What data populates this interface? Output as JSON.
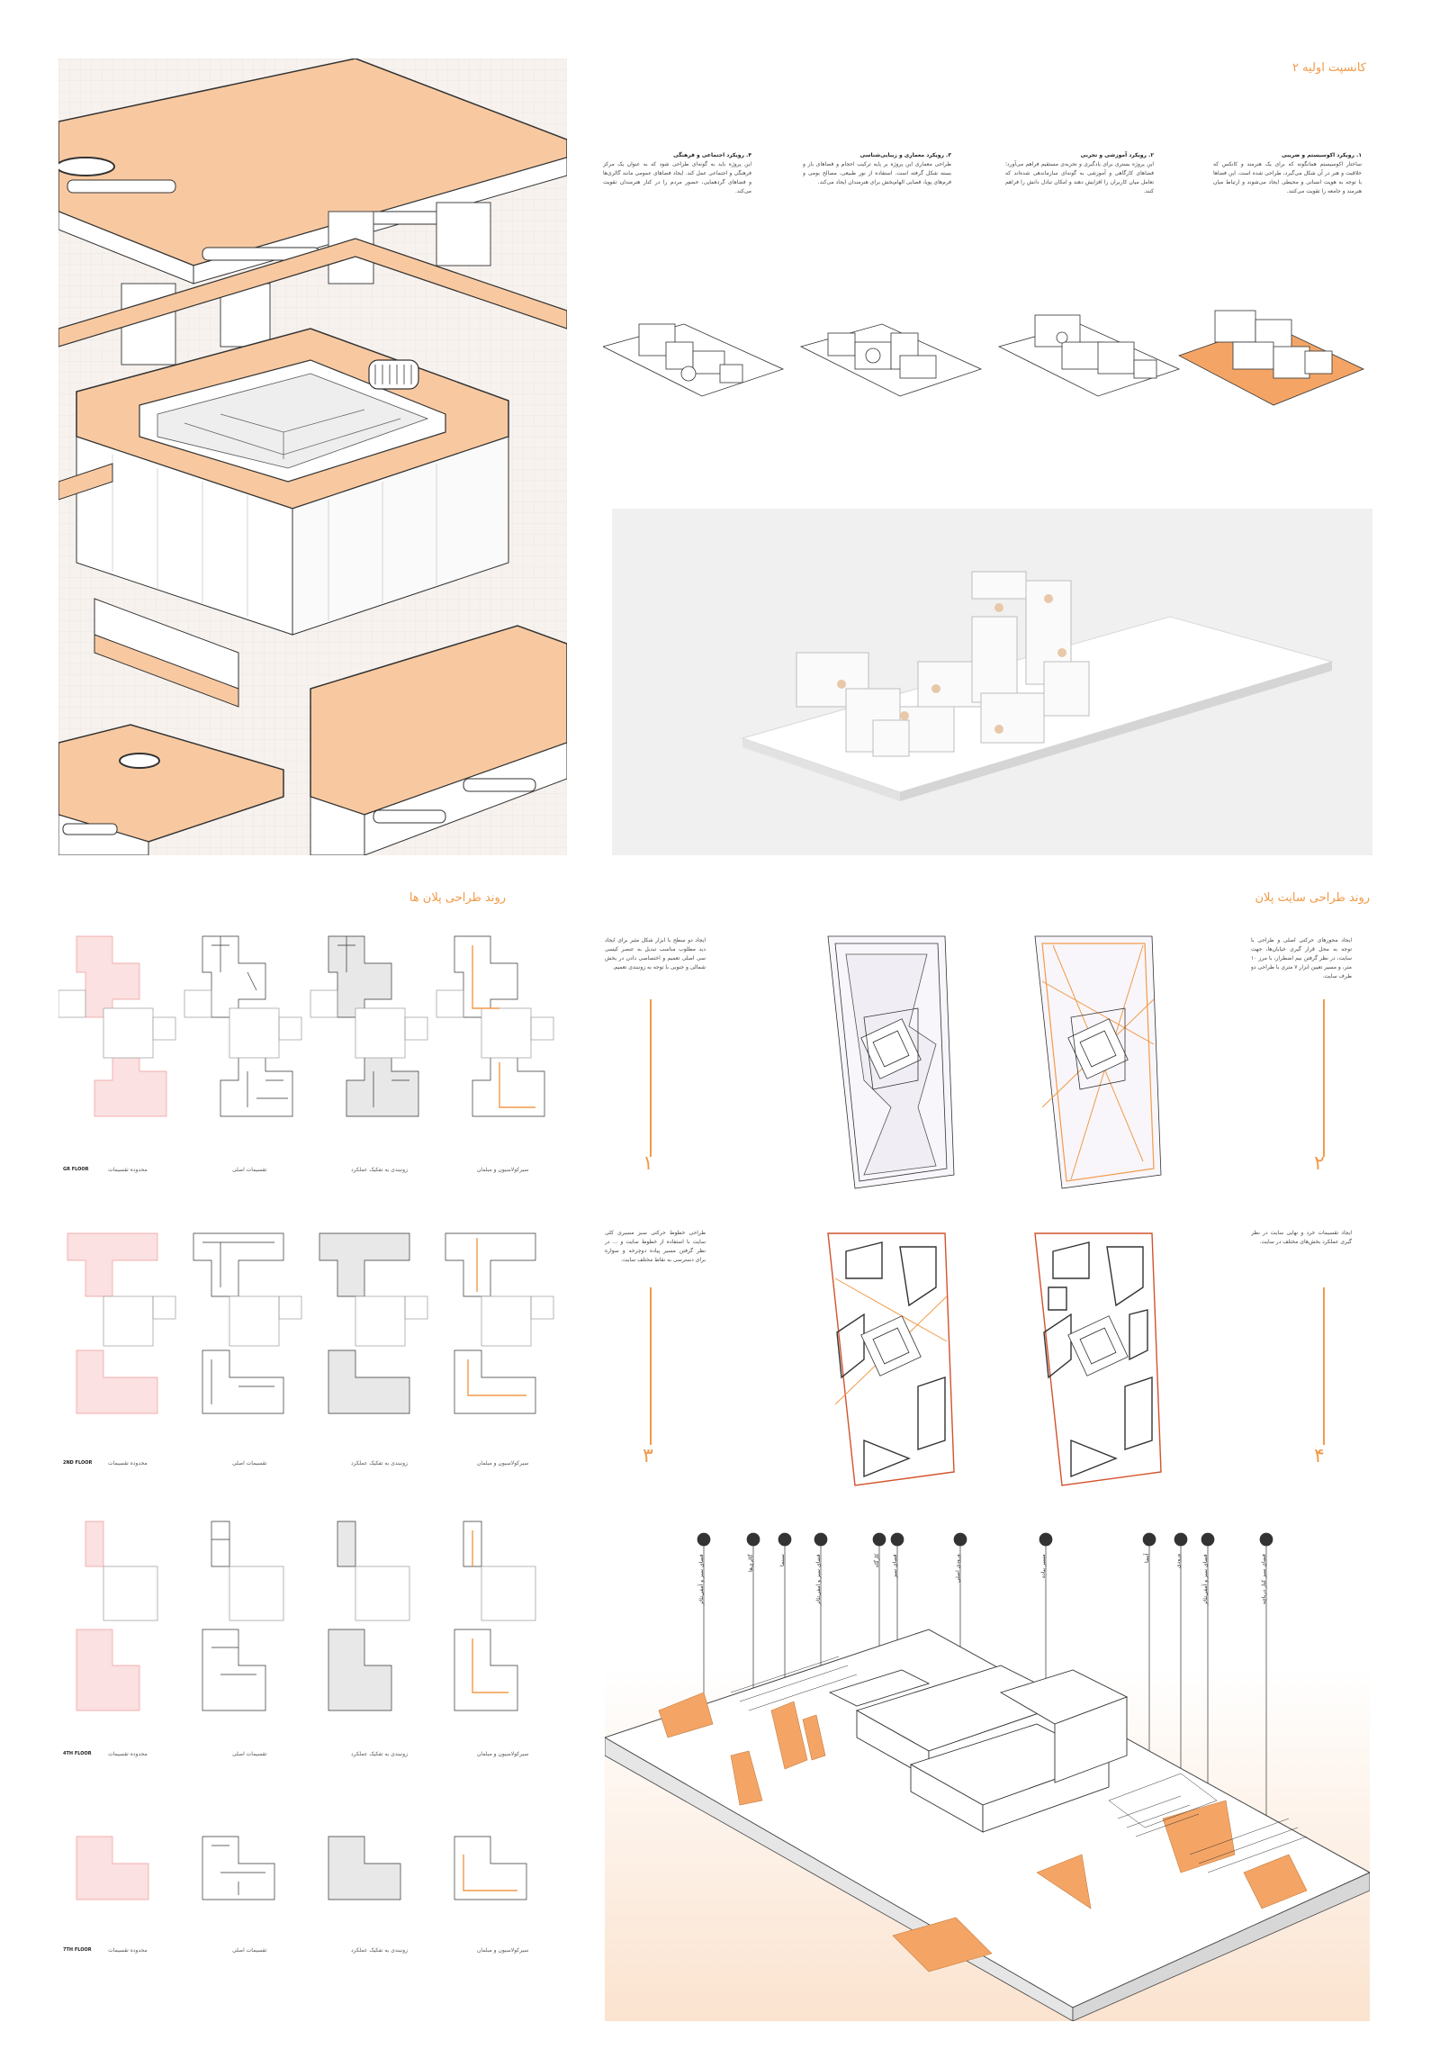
{
  "concept": {
    "heading": "کانسپت اولیه ۲",
    "paragraphs": [
      {
        "title": "۱. رویکرد اکوسیستم و ضریبی",
        "body": "ساختار اکوسیستم همانگونه که برای یک هنرمند و کانکس که خلاقیت و هنر در آن شکل می‌گیرد، طراحی شده است. این فضاها با توجه به هویت انسانی و محیطی ایجاد می‌شوند و ارتباط میان هنرمند و جامعه را تقویت می‌کنند."
      },
      {
        "title": "۲. رویکرد آموزشی و تجربی",
        "body": "این پروژه بستری برای یادگیری و تجربه‌ی مستقیم فراهم می‌آورد؛ فضاهای کارگاهی و آموزشی به گونه‌ای سازماندهی شده‌اند که تعامل میان کاربران را افزایش دهند و امکان تبادل دانش را فراهم کنند."
      },
      {
        "title": "۳. رویکرد معماری و زیبایی‌شناسی",
        "body": "طراحی معماری این پروژه بر پایه ترکیب احجام و فضاهای باز و بسته شکل گرفته است. استفاده از نور طبیعی، مصالح بومی و فرم‌های پویا، فضایی الهام‌بخش برای هنرمندان ایجاد می‌کند."
      },
      {
        "title": "۴. رویکرد اجتماعی و فرهنگی",
        "body": "این پروژه باید به گونه‌ای طراحی شود که به عنوان یک مرکز فرهنگی و اجتماعی عمل کند. ایجاد فضاهای عمومی مانند گالری‌ها و فضاهای گردهمایی، حضور مردم را در کنار هنرمندان تقویت می‌کند."
      }
    ]
  },
  "plans": {
    "heading": "روند طراحی پلان ها",
    "captions": [
      "محدوده تقسیمات",
      "تقسیمات اصلی",
      "زونبندی به تفکیک عملکرد",
      "سیرکولاسیون و مبلمان"
    ],
    "floors": [
      "GR FLOOR",
      "2ND FLOOR",
      "4TH FLOOR",
      "7TH FLOOR"
    ]
  },
  "site": {
    "heading": "روند طراحی سایت پلان",
    "steps": [
      {
        "number": "۱",
        "text": "ایجاد دو سطح با ابزار شکل مثبر برای ایجاد دید مطلوب مناسب تبدیل به عنصر کیسی سی اصلی تعمیم و اختصاصی دادن در بخش شمالی و جنوبی با توجه به زونبندی تعمیم."
      },
      {
        "number": "۲",
        "text": "ایجاد محورهای حرکتی اصلی و طراحی با توجه به محل قرار گیری خیابان‌ها، جهت سایت، در نظر گرفتن نیم اضطرار، با مرز ۱۰ متر، و مسیر تعیین ابزار ۷ متری با طراحی دو طرف سایت."
      },
      {
        "number": "۳",
        "text": "طراحی خطوط حرکتی سبز مسیری کلی سایت با استفاده از خطوط سایت و ... در نظر گرفتن مسیر پیاده دوچرخه و سواره برای دسترسی به نقاط مختلف سایت."
      },
      {
        "number": "۴",
        "text": "ایجاد تقسیمات خرد و نهایی سایت در نظر گیری عملکرد بخش‌های مختلف در سایت."
      }
    ]
  },
  "callouts": [
    "فضای سبز و آمفی‌تئاتر",
    "گالری‌ها",
    "سینما",
    "فضای سبز و امفی‌تئاتر",
    "کارگاه",
    "فضای سبز",
    "ورودی اصلی",
    "مسیر پیاده",
    "آبنما",
    "ورودی",
    "فضای سبز و آمفی‌تئاتر",
    "فضای سبز کنار دریاچه"
  ],
  "colors": {
    "accent": "#f29a4a",
    "peach": "#f9c9a0",
    "line": "#333333"
  }
}
